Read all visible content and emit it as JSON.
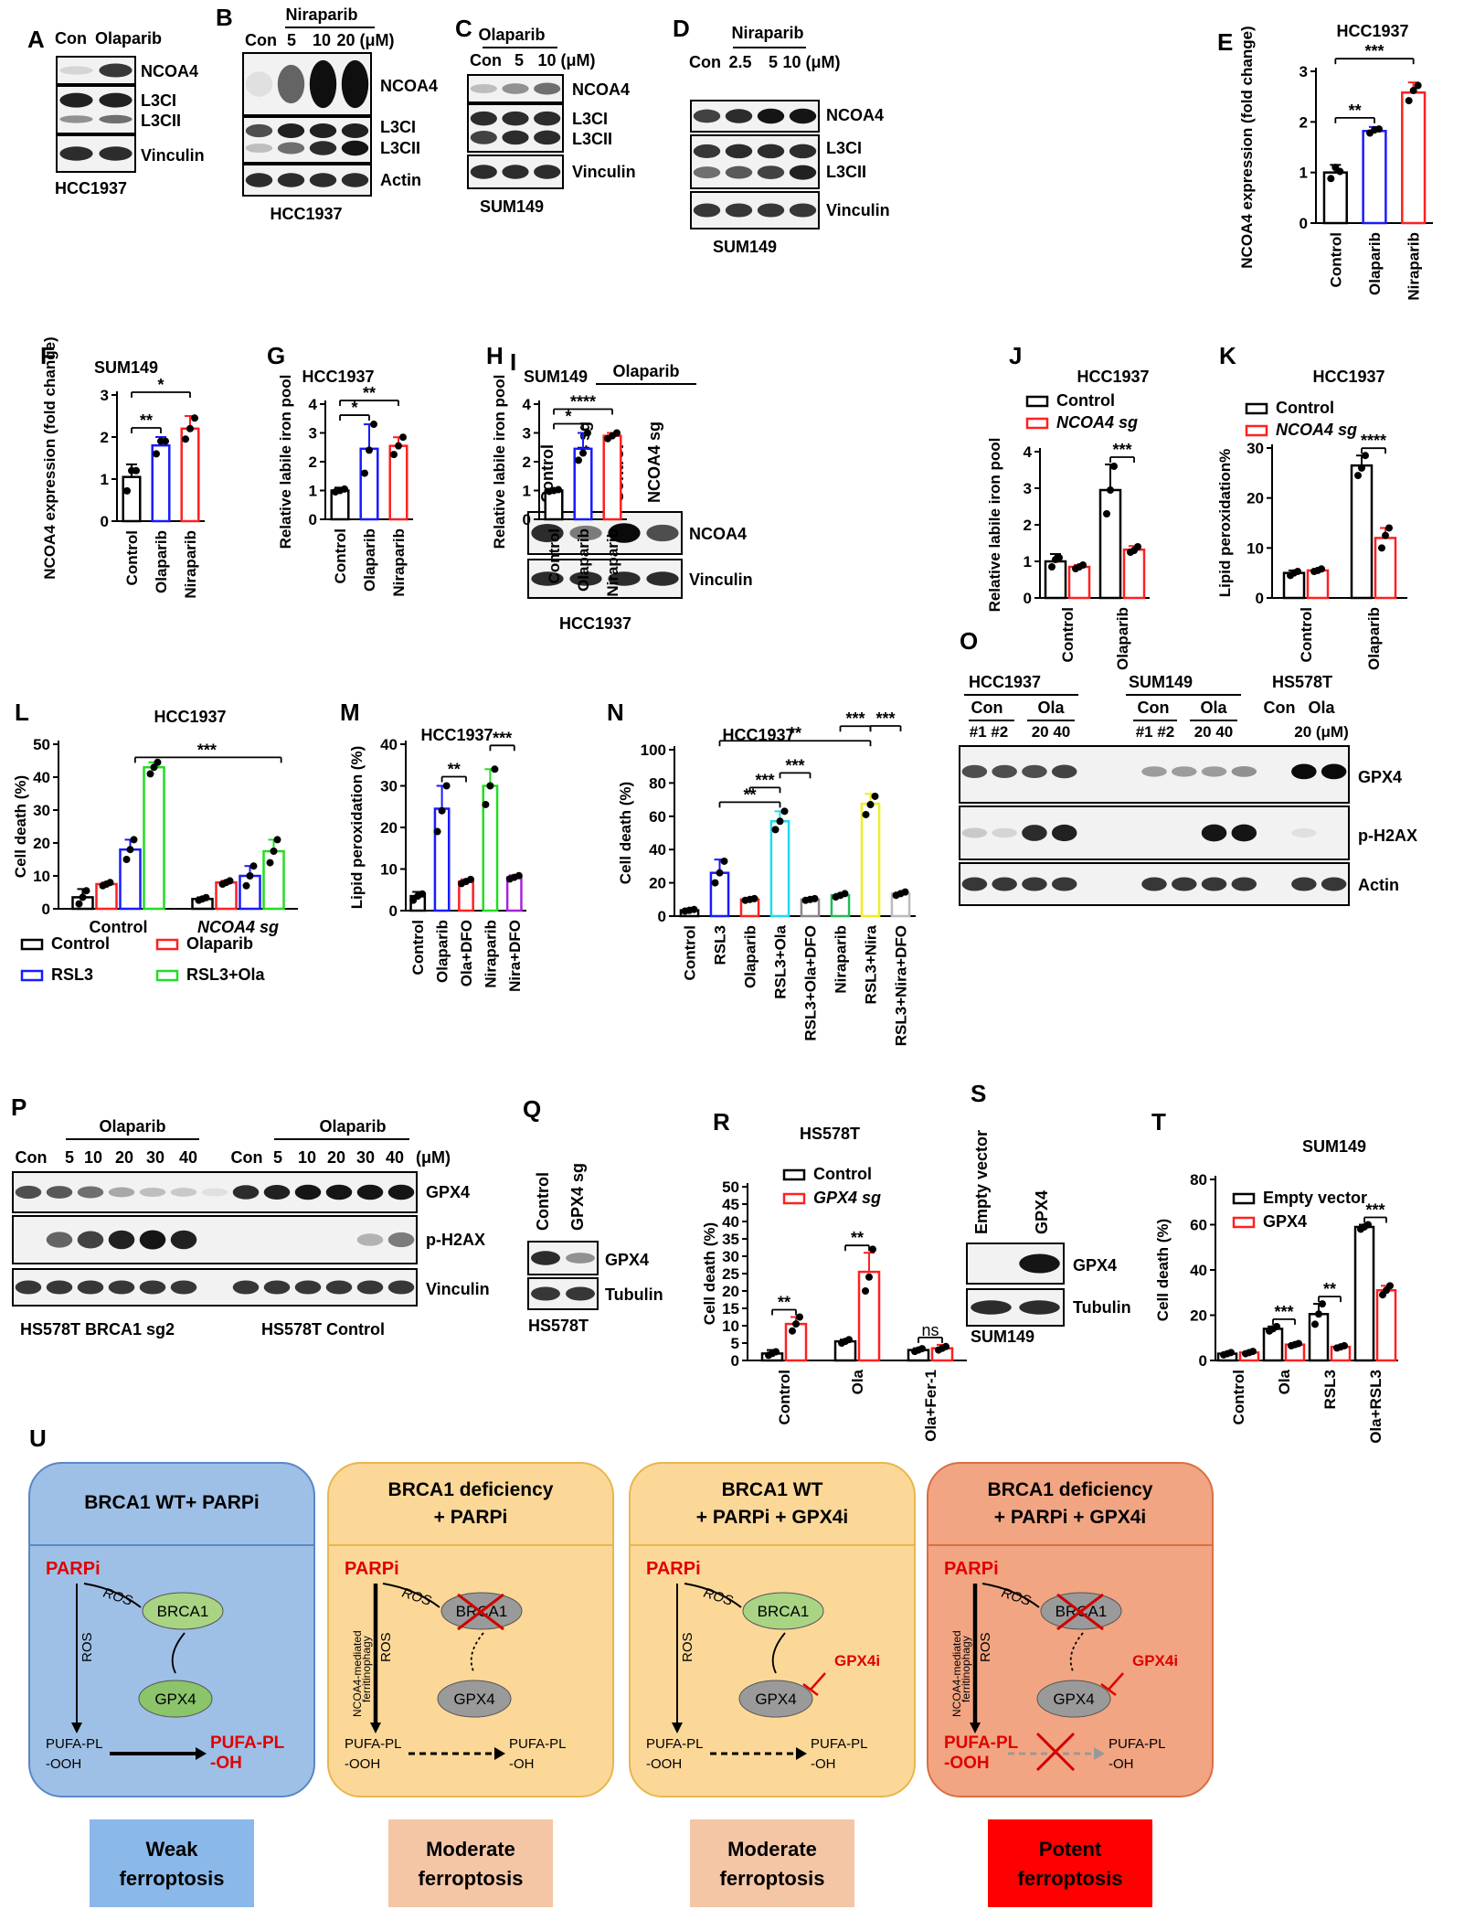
{
  "panels": {
    "A": {
      "letter": "A",
      "lanes": [
        "Con",
        "Olaparib"
      ],
      "blots": [
        "NCOA4",
        "L3CI",
        "L3CII",
        "Vinculin"
      ],
      "cell_line": "HCC1937"
    },
    "B": {
      "letter": "B",
      "drug": "Niraparib",
      "lanes": [
        "Con",
        "5",
        "10",
        "20 (μM)"
      ],
      "blots": [
        "NCOA4",
        "L3CI",
        "L3CII",
        "Actin"
      ],
      "cell_line": "HCC1937"
    },
    "C": {
      "letter": "C",
      "drug": "Olaparib",
      "lanes": [
        "Con",
        "5",
        "10 (μM)"
      ],
      "blots": [
        "NCOA4",
        "L3CI",
        "L3CII",
        "Vinculin"
      ],
      "cell_line": "SUM149"
    },
    "D": {
      "letter": "D",
      "drug": "Niraparib",
      "lanes": [
        "Con",
        "2.5",
        "5",
        "10 (μM)"
      ],
      "blots": [
        "NCOA4",
        "L3CI",
        "L3CII",
        "Vinculin"
      ],
      "cell_line": "SUM149"
    },
    "I": {
      "letter": "I",
      "drug": "Olaparib",
      "lanes": [
        "Control",
        "NCOA4 sg",
        "Control",
        "NCOA4 sg"
      ],
      "blots": [
        "NCOA4",
        "Vinculin"
      ],
      "cell_line": "HCC1937"
    },
    "O": {
      "letter": "O",
      "groups": [
        "HCC1937",
        "SUM149",
        "HS578T"
      ],
      "sub": [
        "Con",
        "Ola",
        "Con",
        "Ola",
        "Con",
        "Ola"
      ],
      "subsub": [
        "#1 #2",
        "20 40",
        "#1 #2",
        "20 40",
        "20 (μM)"
      ],
      "blots": [
        "GPX4",
        "p-H2AX",
        "Actin"
      ]
    },
    "P": {
      "letter": "P",
      "drug": "Olaparib",
      "lanes_left": [
        "Con",
        "5",
        "10",
        "20",
        "30",
        "40"
      ],
      "lanes_right": [
        "Con",
        "5",
        "10",
        "20",
        "30",
        "40",
        "(μM)"
      ],
      "blots": [
        "GPX4",
        "p-H2AX",
        "Vinculin"
      ],
      "label_left": "HS578T BRCA1 sg2",
      "label_right": "HS578T Control"
    },
    "Q": {
      "letter": "Q",
      "lanes": [
        "Control",
        "GPX4 sg"
      ],
      "blots": [
        "GPX4",
        "Tubulin"
      ],
      "cell_line": "HS578T"
    },
    "S": {
      "letter": "S",
      "lanes": [
        "Empty vector",
        "GPX4"
      ],
      "blots": [
        "GPX4",
        "Tubulin"
      ],
      "cell_line": "SUM149"
    },
    "U": {
      "letter": "U",
      "boxes": [
        {
          "title1": "BRCA1 WT+ PARPi",
          "title2": "",
          "outcome": "Weak ferroptosis",
          "ncoa4": "",
          "gpx4i": ""
        },
        {
          "title1": "BRCA1 deficiency",
          "title2": "+ PARPi",
          "outcome": "Moderate ferroptosis",
          "ncoa4": "NCOA4-mediated ferritinophagy",
          "gpx4i": ""
        },
        {
          "title1": "BRCA1 WT",
          "title2": "+ PARPi + GPX4i",
          "outcome": "Moderate ferroptosis",
          "ncoa4": "",
          "gpx4i": "GPX4i"
        },
        {
          "title1": "BRCA1 deficiency",
          "title2": "+ PARPi + GPX4i",
          "outcome": "Potent ferroptosis",
          "ncoa4": "NCOA4-mediated ferritinophagy",
          "gpx4i": "GPX4i"
        }
      ],
      "parpi": "PARPi",
      "ros": "ROS",
      "brca1": "BRCA1",
      "gpx4": "GPX4",
      "pufa_ooh": "PUFA-PL -OOH",
      "pufa_oh": "PUFA-PL -OH"
    }
  },
  "chart_data": [
    {
      "panel": "E",
      "type": "bar",
      "title": "HCC1937",
      "ylabel": "NCOA4 expression (fold change)",
      "ylim": [
        0,
        3
      ],
      "yticks": [
        0,
        1,
        2,
        3
      ],
      "categories": [
        "Control",
        "Olaparib",
        "Niraparib"
      ],
      "values": [
        1.0,
        1.82,
        2.58
      ],
      "errors": [
        0.15,
        0.08,
        0.2
      ],
      "colors": [
        "#000000",
        "#1a1aff",
        "#ff2020"
      ],
      "points": [
        [
          0.88,
          1.1,
          1.02
        ],
        [
          1.78,
          1.84,
          1.86
        ],
        [
          2.42,
          2.62,
          2.72
        ]
      ],
      "sig": [
        {
          "a": 0,
          "b": 1,
          "label": "**"
        },
        {
          "a": 0,
          "b": 2,
          "label": "***"
        }
      ]
    },
    {
      "panel": "F",
      "type": "bar",
      "title": "SUM149",
      "ylabel": "NCOA4 expression (fold change)",
      "ylim": [
        0,
        3
      ],
      "yticks": [
        0,
        1,
        2,
        3
      ],
      "categories": [
        "Control",
        "Olaparib",
        "Niraparib"
      ],
      "values": [
        1.05,
        1.8,
        2.2
      ],
      "errors": [
        0.3,
        0.2,
        0.3
      ],
      "colors": [
        "#000000",
        "#1a1aff",
        "#ff2020"
      ],
      "points": [
        [
          0.72,
          1.2,
          1.2
        ],
        [
          1.6,
          1.9,
          1.9
        ],
        [
          1.95,
          2.2,
          2.45
        ]
      ],
      "sig": [
        {
          "a": 0,
          "b": 1,
          "label": "**"
        },
        {
          "a": 0,
          "b": 2,
          "label": "*"
        }
      ]
    },
    {
      "panel": "G",
      "type": "bar",
      "title": "HCC1937",
      "ylabel": "Relative labile iron pool",
      "ylim": [
        0,
        4
      ],
      "yticks": [
        0,
        1,
        2,
        3,
        4
      ],
      "categories": [
        "Control",
        "Olaparib",
        "Niraparib"
      ],
      "values": [
        1.0,
        2.45,
        2.55
      ],
      "errors": [
        0.1,
        0.85,
        0.3
      ],
      "colors": [
        "#000000",
        "#1a1aff",
        "#ff2020"
      ],
      "points": [
        [
          0.95,
          1.0,
          1.05
        ],
        [
          1.6,
          2.4,
          3.3
        ],
        [
          2.25,
          2.55,
          2.85
        ]
      ],
      "sig": [
        {
          "a": 0,
          "b": 1,
          "label": "*"
        },
        {
          "a": 0,
          "b": 2,
          "label": "**"
        }
      ]
    },
    {
      "panel": "H",
      "type": "bar",
      "title": "SUM149",
      "ylabel": "Relative labile iron pool",
      "ylim": [
        0,
        4
      ],
      "yticks": [
        0,
        1,
        2,
        3,
        4
      ],
      "categories": [
        "Control",
        "Olaparib",
        "Niraparib"
      ],
      "values": [
        1.0,
        2.45,
        2.9
      ],
      "errors": [
        0.05,
        0.55,
        0.1
      ],
      "colors": [
        "#000000",
        "#1a1aff",
        "#ff2020"
      ],
      "points": [
        [
          0.97,
          1.0,
          1.03
        ],
        [
          2.05,
          2.3,
          3.0
        ],
        [
          2.8,
          2.9,
          3.0
        ]
      ],
      "sig": [
        {
          "a": 0,
          "b": 1,
          "label": "*"
        },
        {
          "a": 0,
          "b": 2,
          "label": "****"
        }
      ]
    },
    {
      "panel": "J",
      "type": "grouped_bar",
      "title": "HCC1937",
      "ylabel": "Relative labile iron pool",
      "ylim": [
        0,
        4
      ],
      "yticks": [
        0,
        1,
        2,
        3,
        4
      ],
      "categories": [
        "Control",
        "Olaparib"
      ],
      "series": [
        {
          "name": "Control",
          "values": [
            1.0,
            2.95
          ],
          "errors": [
            0.2,
            0.7
          ],
          "points": [
            [
              0.85,
              1.05,
              1.1
            ],
            [
              2.3,
              2.95,
              3.6
            ]
          ]
        },
        {
          "name": "NCOA4 sg",
          "values": [
            0.85,
            1.32
          ],
          "errors": [
            0.05,
            0.1
          ],
          "points": [
            [
              0.8,
              0.85,
              0.9
            ],
            [
              1.25,
              1.3,
              1.4
            ]
          ]
        }
      ],
      "colors": [
        "#000000",
        "#ff2020"
      ],
      "sig": [
        {
          "cat": 1,
          "label": "***"
        }
      ]
    },
    {
      "panel": "K",
      "type": "grouped_bar",
      "title": "HCC1937",
      "ylabel": "Lipid peroxidation%",
      "ylim": [
        0,
        30
      ],
      "yticks": [
        0,
        10,
        20,
        30
      ],
      "categories": [
        "Control",
        "Olaparib"
      ],
      "series": [
        {
          "name": "Control",
          "values": [
            5.0,
            26.5
          ],
          "errors": [
            0.5,
            2.0
          ],
          "points": [
            [
              4.5,
              5.0,
              5.3
            ],
            [
              24.5,
              26.0,
              28.5
            ]
          ]
        },
        {
          "name": "NCOA4 sg",
          "values": [
            5.5,
            12.0
          ],
          "errors": [
            0.3,
            2.0
          ],
          "points": [
            [
              5.3,
              5.5,
              5.8
            ],
            [
              10.0,
              12.5,
              14.0
            ]
          ]
        }
      ],
      "colors": [
        "#000000",
        "#ff2020"
      ],
      "sig": [
        {
          "cat": 1,
          "label": "****"
        }
      ]
    },
    {
      "panel": "L",
      "type": "grouped_bar",
      "title": "HCC1937",
      "ylabel": "Cell death (%)",
      "ylim": [
        0,
        50
      ],
      "yticks": [
        0,
        10,
        20,
        30,
        40,
        50
      ],
      "categories": [
        "Control",
        "NCOA4 sg"
      ],
      "series": [
        {
          "name": "Control",
          "values": [
            3.5,
            3.0
          ],
          "errors": [
            2.5,
            0.5
          ],
          "points": [
            [
              1.5,
              3.5,
              5.5
            ],
            [
              2.6,
              3.0,
              3.4
            ]
          ]
        },
        {
          "name": "Olaparib",
          "values": [
            7.5,
            8.0
          ],
          "errors": [
            0.5,
            0.5
          ],
          "points": [
            [
              7.0,
              7.5,
              8.0
            ],
            [
              7.5,
              8.0,
              8.5
            ]
          ]
        },
        {
          "name": "RSL3",
          "values": [
            18.0,
            10.0
          ],
          "errors": [
            3.0,
            3.0
          ],
          "points": [
            [
              15.0,
              18.0,
              21.0
            ],
            [
              7.0,
              10.0,
              13.0
            ]
          ]
        },
        {
          "name": "RSL3+Ola",
          "values": [
            43.0,
            17.5
          ],
          "errors": [
            1.5,
            3.5
          ],
          "points": [
            [
              41.0,
              43.0,
              44.5
            ],
            [
              14.0,
              17.5,
              21.0
            ]
          ]
        }
      ],
      "colors": [
        "#000000",
        "#ff2020",
        "#1a1aff",
        "#22dd22"
      ],
      "sig": [
        {
          "label": "***"
        }
      ]
    },
    {
      "panel": "M",
      "type": "bar",
      "title": "HCC1937",
      "ylabel": "Lipid peroxidation (%)",
      "ylim": [
        0,
        40
      ],
      "yticks": [
        0,
        10,
        20,
        30,
        40
      ],
      "categories": [
        "Control",
        "Olaparib",
        "Ola+DFO",
        "Niraparib",
        "Nira+DFO"
      ],
      "values": [
        3.5,
        24.5,
        7.0,
        30.0,
        8.0
      ],
      "errors": [
        1.0,
        5.5,
        0.5,
        4.0,
        0.5
      ],
      "colors": [
        "#000000",
        "#1a1aff",
        "#ff2020",
        "#22dd22",
        "#aa22dd"
      ],
      "points": [
        [
          2.5,
          3.5,
          4.0
        ],
        [
          19.0,
          24.0,
          30.0
        ],
        [
          6.5,
          7.0,
          7.5
        ],
        [
          25.5,
          30.0,
          34.0
        ],
        [
          7.6,
          8.0,
          8.4
        ]
      ],
      "sig": [
        {
          "a": 1,
          "b": 2,
          "label": "**"
        },
        {
          "a": 3,
          "b": 4,
          "label": "***"
        }
      ]
    },
    {
      "panel": "N",
      "type": "bar",
      "title": "HCC1937",
      "ylabel": "Cell death (%)",
      "ylim": [
        0,
        100
      ],
      "yticks": [
        0,
        20,
        40,
        60,
        80,
        100
      ],
      "categories": [
        "Control",
        "RSL3",
        "Olaparib",
        "RSL3+Ola",
        "RSL3+Ola+DFO",
        "Niraparib",
        "RSL3+Nira",
        "RSL3+Nira+DFO"
      ],
      "values": [
        3.5,
        26.0,
        10.0,
        57.0,
        10.0,
        12.5,
        67.5,
        13.5
      ],
      "errors": [
        1.0,
        8.0,
        0.5,
        6.0,
        0.5,
        1.0,
        6.0,
        1.0
      ],
      "colors": [
        "#000000",
        "#1a1aff",
        "#ff2020",
        "#22d8ee",
        "#888888",
        "#22bb55",
        "#eeee22",
        "#bbbbbb"
      ],
      "points": [
        [
          3.0,
          3.5,
          4.0
        ],
        [
          20.0,
          26.0,
          33.0
        ],
        [
          9.5,
          10.0,
          10.5
        ],
        [
          52.0,
          57.0,
          63.0
        ],
        [
          9.5,
          10.0,
          10.5
        ],
        [
          11.5,
          12.5,
          13.5
        ],
        [
          61.0,
          67.0,
          72.0
        ],
        [
          12.5,
          13.5,
          14.5
        ]
      ],
      "sig": [
        {
          "a": 1,
          "b": 3,
          "label": "**"
        },
        {
          "a": 2,
          "b": 3,
          "label": "***"
        },
        {
          "a": 3,
          "b": 4,
          "label": "***"
        },
        {
          "a": 1,
          "b": 6,
          "label": "**"
        },
        {
          "a": 5,
          "b": 6,
          "label": "***"
        },
        {
          "a": 6,
          "b": 7,
          "label": "***"
        }
      ]
    },
    {
      "panel": "R",
      "type": "grouped_bar",
      "title": "HS578T",
      "ylabel": "Cell death (%)",
      "ylim": [
        0,
        50
      ],
      "yticks": [
        0,
        5,
        10,
        15,
        20,
        25,
        30,
        35,
        40,
        45,
        50
      ],
      "categories": [
        "Control",
        "Ola",
        "Ola+Fer-1"
      ],
      "series": [
        {
          "name": "Control",
          "values": [
            2.0,
            5.5,
            3.0
          ],
          "errors": [
            1.0,
            0.5,
            0.5
          ],
          "points": [
            [
              1.5,
              2.0,
              2.5
            ],
            [
              5.0,
              5.5,
              6.0
            ],
            [
              2.6,
              3.0,
              3.4
            ]
          ]
        },
        {
          "name": "GPX4 sg",
          "values": [
            10.5,
            25.5,
            3.5
          ],
          "errors": [
            2.0,
            5.5,
            1.0
          ],
          "points": [
            [
              8.5,
              10.5,
              12.5
            ],
            [
              20.0,
              24.0,
              32.0
            ],
            [
              3.0,
              3.5,
              4.0
            ]
          ]
        }
      ],
      "colors": [
        "#000000",
        "#ff2020"
      ],
      "sig": [
        {
          "cat": 0,
          "label": "**"
        },
        {
          "cat": 1,
          "label": "**"
        },
        {
          "cat": 2,
          "label": "ns"
        }
      ]
    },
    {
      "panel": "T",
      "type": "grouped_bar",
      "title": "SUM149",
      "ylabel": "Cell death (%)",
      "ylim": [
        0,
        80
      ],
      "yticks": [
        0,
        20,
        40,
        60,
        80
      ],
      "categories": [
        "Control",
        "Ola",
        "RSL3",
        "Ola+RSL3"
      ],
      "series": [
        {
          "name": "Empty vector",
          "values": [
            3.0,
            14.0,
            20.5,
            59.0
          ],
          "errors": [
            0.5,
            1.0,
            4.5,
            1.0
          ],
          "points": [
            [
              2.5,
              3.0,
              3.5
            ],
            [
              13.0,
              14.0,
              15.0
            ],
            [
              16.0,
              20.5,
              25.0
            ],
            [
              58.0,
              59.0,
              60.0
            ]
          ]
        },
        {
          "name": "GPX4",
          "values": [
            3.5,
            7.0,
            6.0,
            31.0
          ],
          "errors": [
            0.5,
            0.5,
            0.5,
            2.0
          ],
          "points": [
            [
              3.0,
              3.5,
              4.0
            ],
            [
              6.5,
              7.0,
              7.5
            ],
            [
              5.5,
              6.0,
              6.5
            ],
            [
              29.0,
              31.0,
              33.0
            ]
          ]
        }
      ],
      "colors": [
        "#000000",
        "#ff2020"
      ],
      "sig": [
        {
          "cat": 1,
          "label": "***"
        },
        {
          "cat": 2,
          "label": "**"
        },
        {
          "cat": 3,
          "label": "***"
        }
      ]
    }
  ]
}
